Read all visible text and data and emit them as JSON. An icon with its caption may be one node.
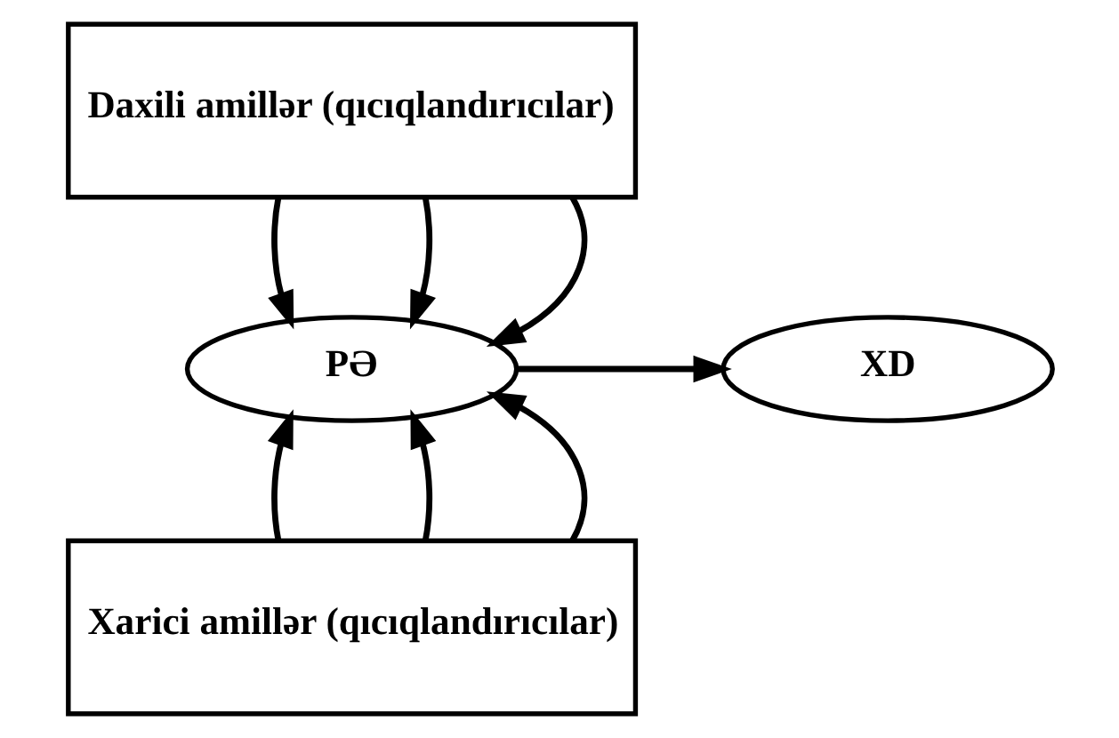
{
  "diagram": {
    "nodes": [
      {
        "text": [
          "Daxili amillər (qıcıqlandırıcılar)"
        ]
      },
      {
        "text": [
          "PƏ"
        ]
      },
      {
        "text": [
          "XD"
        ]
      },
      {
        "text": [
          "Xarici amillər (qıcıqlandırıcılar)"
        ]
      }
    ],
    "edges": [
      {
        "from": 0,
        "to": 1,
        "arrow": "to"
      },
      {
        "from": 0,
        "to": 1,
        "arrow": "to"
      },
      {
        "from": 0,
        "to": 1,
        "arrow": "to"
      },
      {
        "from": 1,
        "to": 2,
        "arrow": "to"
      },
      {
        "from": 3,
        "to": 1,
        "arrow": "to"
      },
      {
        "from": 3,
        "to": 1,
        "arrow": "to"
      },
      {
        "from": 3,
        "to": 1,
        "arrow": "to"
      }
    ]
  }
}
